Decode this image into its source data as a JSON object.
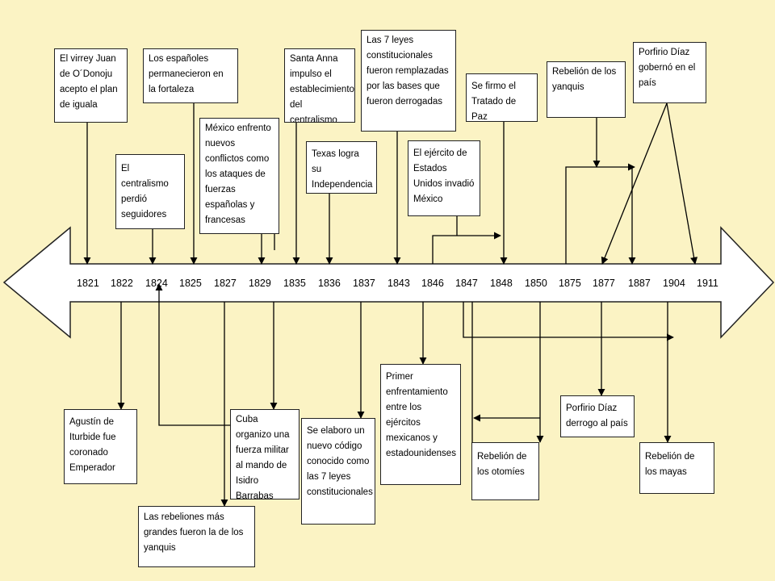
{
  "colors": {
    "background": "#fbf3c4",
    "box_fill": "#ffffff",
    "line": "#000000"
  },
  "years": [
    "1821",
    "1822",
    "1824",
    "1825",
    "1827",
    "1829",
    "1835",
    "1836",
    "1837",
    "1843",
    "1846",
    "1847",
    "1848",
    "1850",
    "1875",
    "1877",
    "1887",
    "1904",
    "1911"
  ],
  "events_above": [
    "El virrey Juan de O´Donoju acepto el plan de iguala",
    "Los españoles permanecieron en la fortaleza",
    "Santa Anna impulso el establecimiento del centralismo",
    "Las 7 leyes constitucionales fueron remplazadas por las bases que fueron derrogadas",
    "Se firmo el Tratado de Paz",
    "Rebelión de los yanquis",
    "Porfirio Díaz gobernó en el país",
    "El centralismo perdió seguidores",
    "México enfrento nuevos conflictos como los ataques de fuerzas españolas y francesas",
    "Texas logra su Independencia",
    "El ejército de Estados Unidos invadió México"
  ],
  "events_below": [
    "Agustín de Iturbide fue coronado Emperador",
    "Cuba organizo una fuerza militar al mando de Isidro Barrabas",
    "Se elaboro un nuevo código conocido como las 7 leyes constitucionales",
    "Primer enfrentamiento entre los ejércitos mexicanos y estadounidenses",
    "Rebelión de los otomíes",
    "Porfirio Díaz derrogo al país",
    "Rebelión de los mayas",
    "Las rebeliones más grandes fueron la de los yanquis"
  ]
}
